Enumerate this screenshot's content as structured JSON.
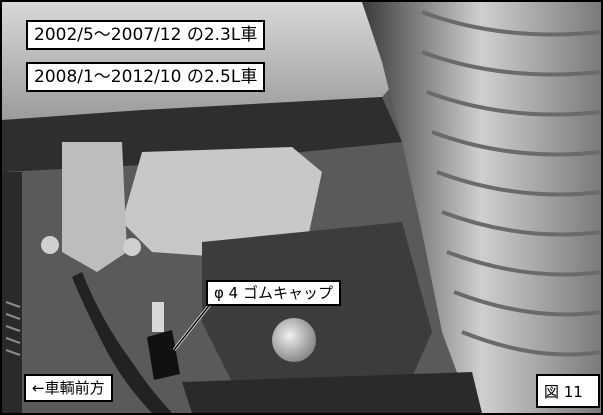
{
  "labels": {
    "model_years_23l": "2002/5～2007/12 の2.3L車",
    "model_years_25l": "2008/1～2012/10 の2.5L車",
    "part_callout": "φ 4 ゴムキャップ",
    "direction": "←車輌前方",
    "figure_number": "図 11"
  },
  "colors": {
    "label_background": "#ffffff",
    "label_border": "#000000",
    "photo_tone": "grayscale"
  }
}
